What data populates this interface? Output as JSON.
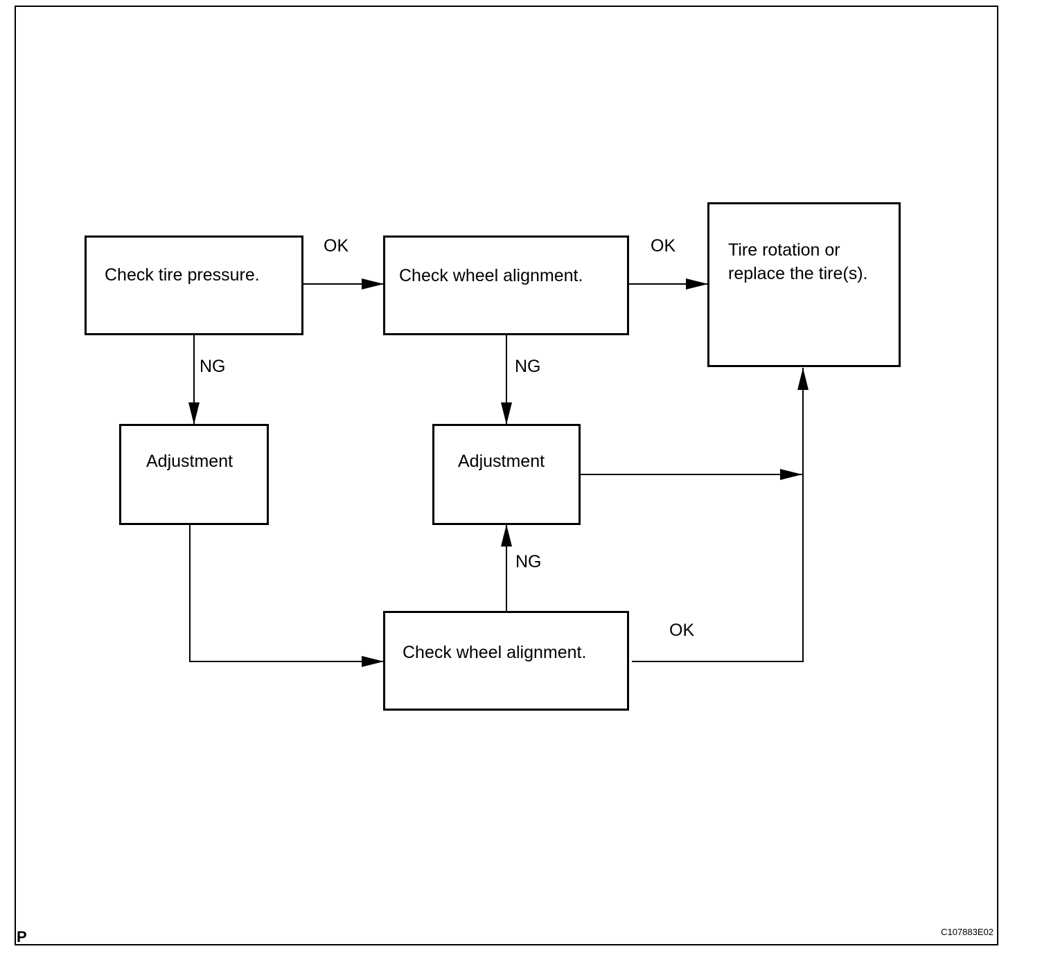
{
  "diagram": {
    "nodes": {
      "check_tire_pressure": "Check tire pressure.",
      "check_wheel_alignment_1": "Check wheel alignment.",
      "tire_rotation": "Tire rotation or\nreplace the tire(s).",
      "adjustment_1": "Adjustment",
      "adjustment_2": "Adjustment",
      "check_wheel_alignment_2": "Check wheel alignment."
    },
    "labels": {
      "ok_1": "OK",
      "ok_2": "OK",
      "ok_3": "OK",
      "ng_1": "NG",
      "ng_2": "NG",
      "ng_3": "NG"
    },
    "edges": [
      {
        "from": "check_tire_pressure",
        "to": "check_wheel_alignment_1",
        "label": "OK"
      },
      {
        "from": "check_wheel_alignment_1",
        "to": "tire_rotation",
        "label": "OK"
      },
      {
        "from": "check_tire_pressure",
        "to": "adjustment_1",
        "label": "NG"
      },
      {
        "from": "check_wheel_alignment_1",
        "to": "adjustment_2",
        "label": "NG"
      },
      {
        "from": "adjustment_1",
        "to": "check_wheel_alignment_2",
        "label": ""
      },
      {
        "from": "check_wheel_alignment_2",
        "to": "adjustment_2",
        "label": "NG"
      },
      {
        "from": "check_wheel_alignment_2",
        "to": "tire_rotation",
        "label": "OK"
      },
      {
        "from": "adjustment_2",
        "to": "tire_rotation",
        "label": ""
      }
    ]
  },
  "footer": {
    "corner_letter": "P",
    "figure_code": "C107883E02"
  }
}
